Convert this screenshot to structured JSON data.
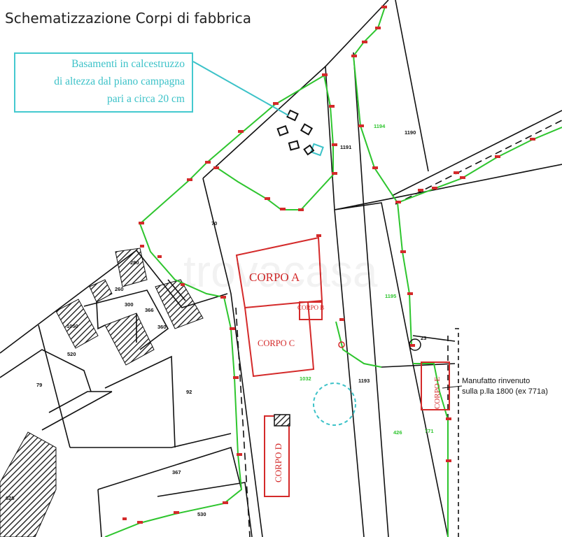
{
  "title": "Schematizzazione Corpi di fabbrica",
  "callout": {
    "line1": "Basamenti in calcestruzzo",
    "line2": "di altezza dal piano campagna",
    "line3": "pari a circa 20 cm"
  },
  "note": {
    "line1": "Manufatto rinvenuto",
    "line2": "sulla p.lla 1800 (ex 771a)"
  },
  "buildings": {
    "a": "CORPO A",
    "b": "CORPO B",
    "c": "CORPO C",
    "d": "CORPO D",
    "e": "CORPO E"
  },
  "parcels": {
    "p1194": "1194",
    "p1190": "1190",
    "p1191": "1191",
    "p70": "70",
    "p1195": "1195",
    "p23": "23",
    "p1032": "1032",
    "p1193": "1193",
    "p426": "426",
    "p771": "771",
    "p260": "260",
    "p280": "280",
    "p300": "300",
    "p1050": "1050",
    "p366": "366",
    "p360": "360",
    "p79": "79",
    "p92": "92",
    "p367": "367",
    "p530": "530",
    "p520": "520",
    "p625": "625"
  },
  "watermark": "trovacasa",
  "colors": {
    "boundary": "#2ec52e",
    "building": "#d42a2a",
    "callout": "#3cc2c8",
    "line": "#111111"
  }
}
